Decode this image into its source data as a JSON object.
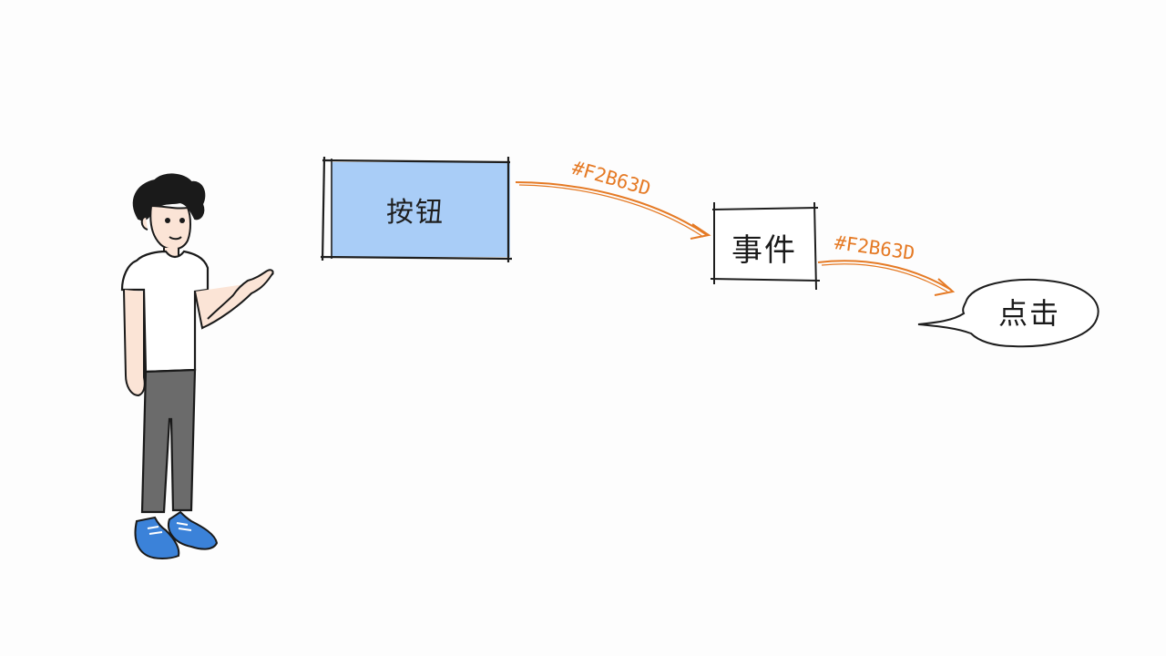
{
  "diagram": {
    "button_label": "按钮",
    "event_label": "事件",
    "bubble_label": "点击",
    "arrow1_label": "#F2B63D",
    "arrow2_label": "#F2B63D"
  },
  "colors": {
    "button_fill": "#a9cdf7",
    "arrow": "#e57a25",
    "stroke": "#1e1e1e",
    "shoes": "#3b82d9"
  }
}
